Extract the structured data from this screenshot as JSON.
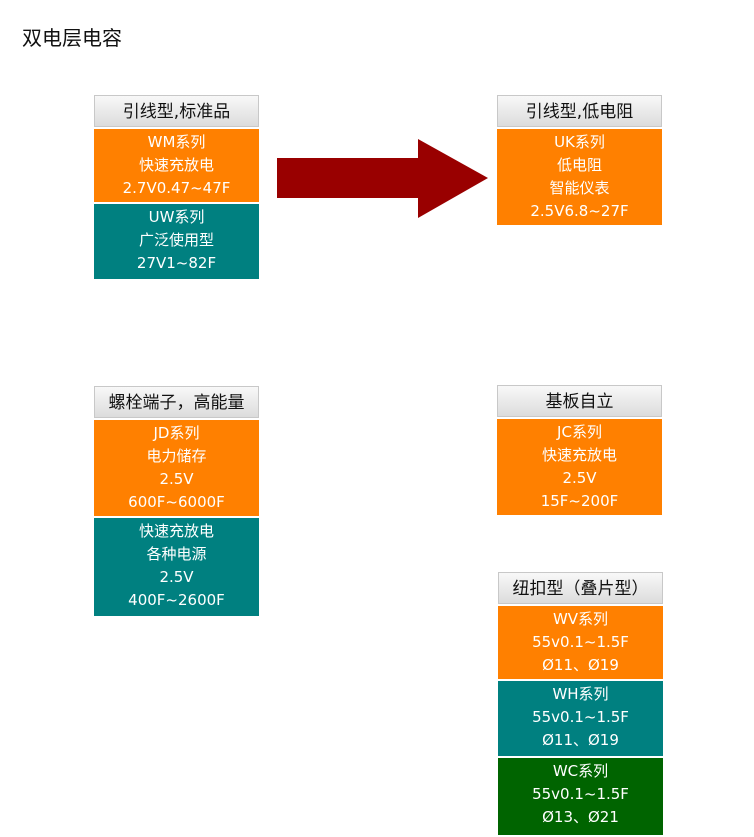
{
  "title": "双电层电容",
  "colors": {
    "orange": "#ff8000",
    "teal": "#008080",
    "green": "#006400",
    "arrow": "#990000"
  },
  "blocks": [
    {
      "id": "lead-standard",
      "header": "引线型,标准品",
      "sections": [
        {
          "color": "orange",
          "lines": [
            "WM系列",
            "快速充放电",
            "2.7V0.47~47F"
          ]
        },
        {
          "color": "teal",
          "lines": [
            "UW系列",
            "广泛使用型",
            "27V1~82F"
          ]
        }
      ]
    },
    {
      "id": "lead-low-resistance",
      "header": "引线型,低电阻",
      "sections": [
        {
          "color": "orange",
          "lines": [
            "UK系列",
            "低电阻",
            "智能仪表",
            "2.5V6.8~27F"
          ]
        }
      ]
    },
    {
      "id": "bolt-terminal",
      "header": "螺栓端子，高能量",
      "sections": [
        {
          "color": "orange",
          "lines": [
            "JD系列",
            "电力储存",
            "2.5V",
            "600F~6000F"
          ]
        },
        {
          "color": "teal",
          "lines": [
            "快速充放电",
            "各种电源",
            "2.5V",
            "400F~2600F"
          ]
        }
      ]
    },
    {
      "id": "board-standing",
      "header": "基板自立",
      "sections": [
        {
          "color": "orange",
          "lines": [
            "JC系列",
            "快速充放电",
            "2.5V",
            "15F~200F"
          ]
        }
      ]
    },
    {
      "id": "button-type",
      "header": "纽扣型（叠片型）",
      "sections": [
        {
          "color": "orange",
          "lines": [
            "WV系列",
            "55v0.1~1.5F",
            "Ø11、Ø19"
          ]
        },
        {
          "color": "teal",
          "lines": [
            "WH系列",
            "55v0.1~1.5F",
            "Ø11、Ø19"
          ]
        },
        {
          "color": "green",
          "lines": [
            "WC系列",
            "55v0.1~1.5F",
            "Ø13、Ø21"
          ]
        }
      ]
    }
  ]
}
